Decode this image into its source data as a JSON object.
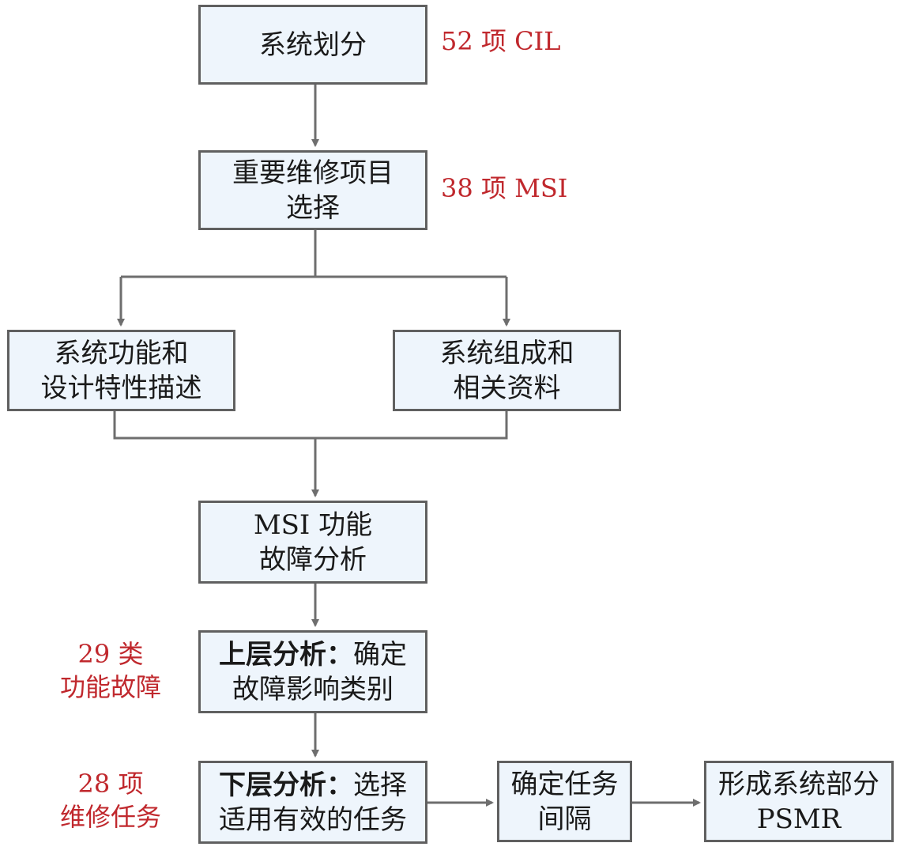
{
  "nodes": {
    "system_partition": {
      "lines": [
        "系统划分"
      ]
    },
    "msi_selection": {
      "lines": [
        "重要维修项目",
        "选择"
      ]
    },
    "function_design": {
      "lines": [
        "系统功能和",
        "设计特性描述"
      ]
    },
    "composition_data": {
      "lines": [
        "系统组成和",
        "相关资料"
      ]
    },
    "msi_fault_analysis": {
      "lines": [
        "MSI 功能",
        "故障分析"
      ]
    },
    "upper_analysis": {
      "bold": "上层分析：",
      "rest": "确定",
      "line2": "故障影响类别"
    },
    "lower_analysis": {
      "bold": "下层分析：",
      "rest": "选择",
      "line2": "适用有效的任务"
    },
    "task_interval": {
      "lines": [
        "确定任务",
        "间隔"
      ]
    },
    "psmr": {
      "lines": [
        "形成系统部分",
        "PSMR"
      ]
    }
  },
  "annotations": {
    "cil": "52 项 CIL",
    "msi": "38 项 MSI",
    "functional_faults": [
      "29 类",
      "功能故障"
    ],
    "maintenance_tasks": [
      "28 项",
      "维修任务"
    ]
  },
  "colors": {
    "box_fill": "#eef5fc",
    "box_border": "#606060",
    "connector": "#6e6e6e",
    "annotation": "#c0282d"
  }
}
